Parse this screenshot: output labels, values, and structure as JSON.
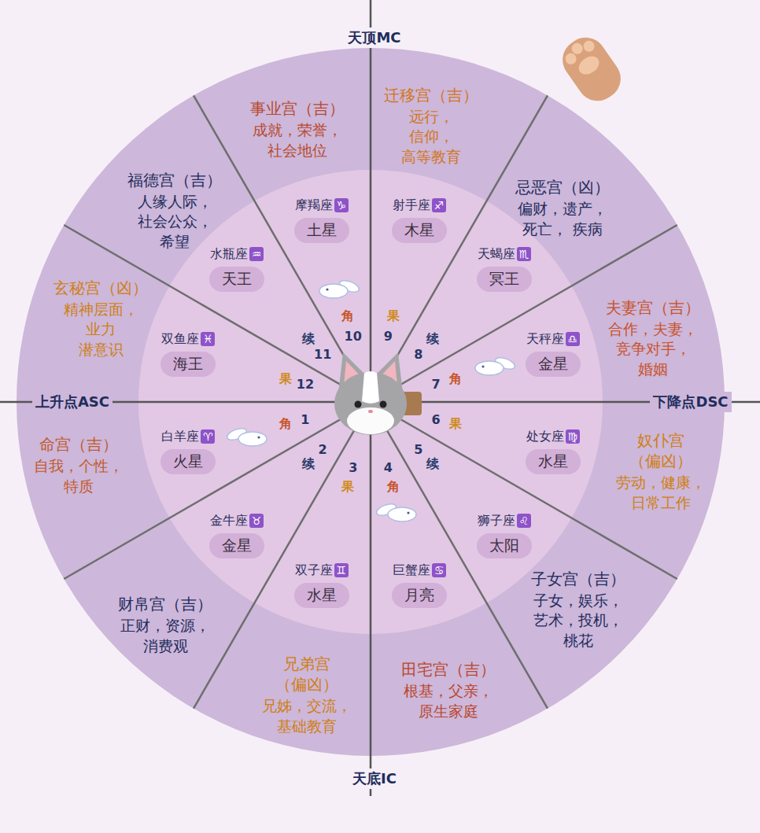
{
  "diagram": {
    "nodes": [
      {
        "text": [
          "命宫（吉）",
          "自我，个性， 特质"
        ]
      },
      {
        "text": [
          "财帛宫（吉）",
          "正财，资源， 消费观"
        ]
      },
      {
        "text": [
          "兄弟宫 （偏凶）",
          "兄姊，交流， 基础教育"
        ]
      },
      {
        "text": [
          "田宅宫（吉）",
          "根基，父亲， 原生家庭"
        ]
      },
      {
        "text": [
          "子女宫（吉）",
          "子女，娱乐， 艺术，投机， 桃花"
        ]
      },
      {
        "text": [
          "奴仆宫 （偏凶）",
          "劳动，健康， 日常工作"
        ]
      },
      {
        "text": [
          "夫妻宫（吉）",
          "合作，夫妻， 竞争对手， 婚姻"
        ]
      },
      {
        "text": [
          "忌恶宫（凶）",
          "偏财，遗产， 死亡， 疾病"
        ]
      },
      {
        "text": [
          "迁移宫（吉）",
          "远行， 信仰， 高等教育"
        ]
      },
      {
        "text": [
          "事业宫（吉）",
          "成就，荣誉， 社会地位"
        ]
      },
      {
        "text": [
          "福德宫（吉）",
          "人缘人际， 社会公众， 希望"
        ]
      },
      {
        "text": [
          "玄秘宫（凶）",
          "精神层面， 业力 潜意识"
        ]
      },
      {
        "text": [
          "白羊座",
          "♈",
          "火星"
        ]
      },
      {
        "text": [
          "金牛座",
          "♉",
          "金星"
        ]
      },
      {
        "text": [
          "双子座",
          "♊",
          "水星"
        ]
      },
      {
        "text": [
          "巨蟹座",
          "♋",
          "月亮"
        ]
      },
      {
        "text": [
          "狮子座",
          "♌",
          "太阳"
        ]
      },
      {
        "text": [
          "处女座",
          "♍",
          "水星"
        ]
      },
      {
        "text": [
          "天秤座",
          "♎",
          "金星"
        ]
      },
      {
        "text": [
          "天蝎座",
          "♏",
          "冥王"
        ]
      },
      {
        "text": [
          "射手座",
          "♐",
          "木星"
        ]
      },
      {
        "text": [
          "摩羯座",
          "♑",
          "土星"
        ]
      },
      {
        "text": [
          "水瓶座",
          "♒",
          "天王"
        ]
      },
      {
        "text": [
          "双鱼座",
          "♓",
          "海王"
        ]
      }
    ],
    "labels": [
      "天顶MC",
      "上升点ASC",
      "下降点DSC",
      "天底IC",
      "1",
      "2",
      "3",
      "4",
      "5",
      "6",
      "7",
      "8",
      "9",
      "10",
      "11",
      "12",
      "角",
      "续",
      "果",
      "角",
      "续",
      "果",
      "角",
      "续",
      "果",
      "角",
      "续",
      "果"
    ]
  }
}
